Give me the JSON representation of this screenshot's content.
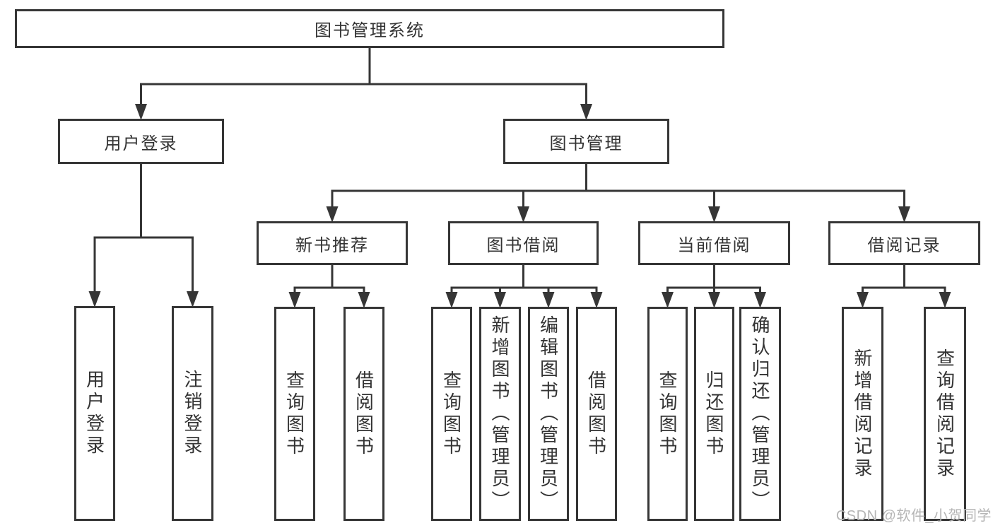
{
  "diagram": {
    "title": "图书管理系统",
    "type": "hierarchy-tree",
    "colors": {
      "line": "#363636",
      "text": "#333333",
      "background": "#ffffff",
      "watermark": "#b5b5b5"
    },
    "nodes": [
      {
        "id": "root",
        "label": "图书管理系统",
        "parent": null
      },
      {
        "id": "user-login",
        "label": "用户登录",
        "parent": "root"
      },
      {
        "id": "book-mgmt",
        "label": "图书管理",
        "parent": "root"
      },
      {
        "id": "leaf-user-login",
        "label": "用户登录",
        "parent": "user-login"
      },
      {
        "id": "leaf-logout",
        "label": "注销登录",
        "parent": "user-login"
      },
      {
        "id": "new-book-rec",
        "label": "新书推荐",
        "parent": "book-mgmt"
      },
      {
        "id": "book-borrow",
        "label": "图书借阅",
        "parent": "book-mgmt"
      },
      {
        "id": "current-borrow",
        "label": "当前借阅",
        "parent": "book-mgmt"
      },
      {
        "id": "borrow-records",
        "label": "借阅记录",
        "parent": "book-mgmt"
      },
      {
        "id": "rec-query-book",
        "label": "查询图书",
        "parent": "new-book-rec"
      },
      {
        "id": "rec-borrow-book",
        "label": "借阅图书",
        "parent": "new-book-rec"
      },
      {
        "id": "bb-query-book",
        "label": "查询图书",
        "parent": "book-borrow"
      },
      {
        "id": "bb-add-book",
        "label": "新增图书（管理员）",
        "parent": "book-borrow"
      },
      {
        "id": "bb-edit-book",
        "label": "编辑图书（管理员）",
        "parent": "book-borrow"
      },
      {
        "id": "bb-borrow-book",
        "label": "借阅图书",
        "parent": "book-borrow"
      },
      {
        "id": "cb-query-book",
        "label": "查询图书",
        "parent": "current-borrow"
      },
      {
        "id": "cb-return-book",
        "label": "归还图书",
        "parent": "current-borrow"
      },
      {
        "id": "cb-confirm-return",
        "label": "确认归还（管理员）",
        "parent": "current-borrow"
      },
      {
        "id": "br-add-record",
        "label": "新增借阅记录",
        "parent": "borrow-records"
      },
      {
        "id": "br-query-record",
        "label": "查询借阅记录",
        "parent": "borrow-records"
      }
    ]
  },
  "watermark": {
    "text": "CSDN @软件_小贺同学"
  }
}
